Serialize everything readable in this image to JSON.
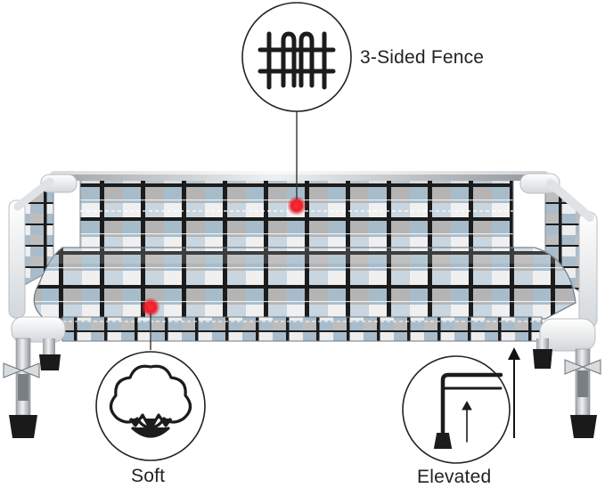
{
  "features": {
    "fence": {
      "label": "3-Sided Fence",
      "icon": "fence-icon"
    },
    "soft": {
      "label": "Soft",
      "icon": "cotton-flower-icon"
    },
    "elevated": {
      "label": "Elevated",
      "icon": "elevated-leg-icon"
    }
  },
  "colors": {
    "fabric_blue": "#a9bccb",
    "fabric_grey": "#b9b9b9",
    "fabric_white": "#f2f2f2",
    "stripe_black": "#1c1c1c",
    "frame_white": "#e9ecef",
    "pipe_silver": "#c8ccd0",
    "marker_red": "#e8212b"
  }
}
